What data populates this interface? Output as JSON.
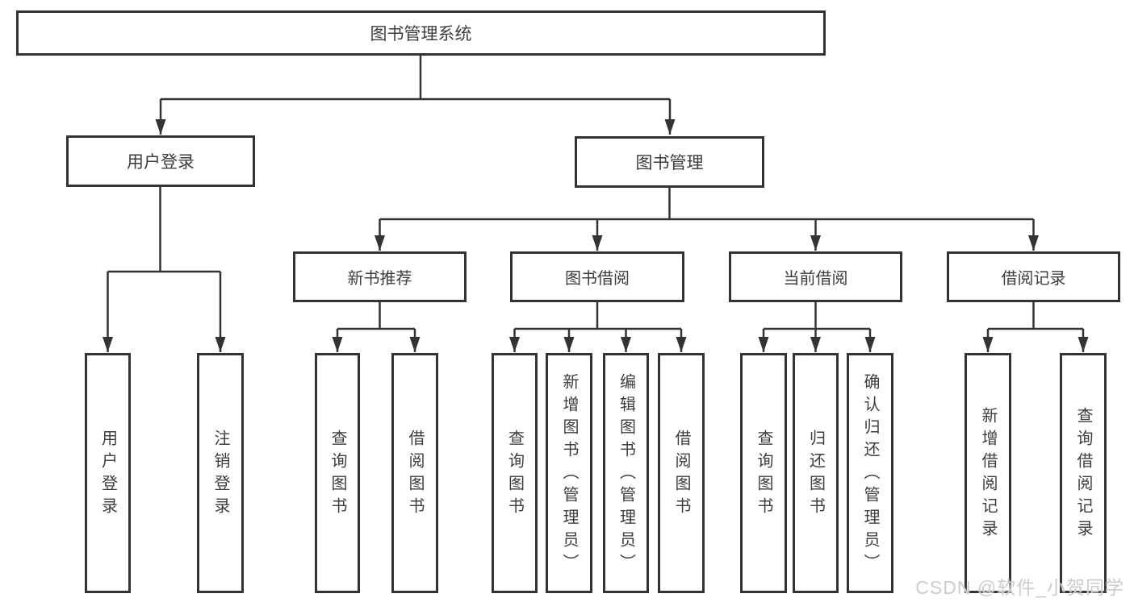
{
  "diagram": {
    "root": {
      "label": "图书管理系统"
    },
    "level2": [
      {
        "label": "用户登录"
      },
      {
        "label": "图书管理"
      }
    ],
    "level3": [
      {
        "label": "新书推荐"
      },
      {
        "label": "图书借阅"
      },
      {
        "label": "当前借阅"
      },
      {
        "label": "借阅记录"
      }
    ],
    "leaves": [
      {
        "label": "用户登录",
        "parent": "用户登录"
      },
      {
        "label": "注销登录",
        "parent": "用户登录"
      },
      {
        "label": "查询图书",
        "parent": "新书推荐"
      },
      {
        "label": "借阅图书",
        "parent": "新书推荐"
      },
      {
        "label": "查询图书",
        "parent": "图书借阅"
      },
      {
        "label": "新增图书（管理员）",
        "parent": "图书借阅"
      },
      {
        "label": "编辑图书（管理员）",
        "parent": "图书借阅"
      },
      {
        "label": "借阅图书",
        "parent": "图书借阅"
      },
      {
        "label": "查询图书",
        "parent": "当前借阅"
      },
      {
        "label": "归还图书",
        "parent": "当前借阅"
      },
      {
        "label": "确认归还（管理员）",
        "parent": "当前借阅"
      },
      {
        "label": "新增借阅记录",
        "parent": "借阅记录"
      },
      {
        "label": "查询借阅记录",
        "parent": "借阅记录"
      }
    ],
    "watermark": "CSDN @软件_小贺同学",
    "colors": {
      "line": "#333333",
      "text": "#3d3d3d",
      "background": "#ffffff",
      "watermark": "#cccccc"
    }
  }
}
